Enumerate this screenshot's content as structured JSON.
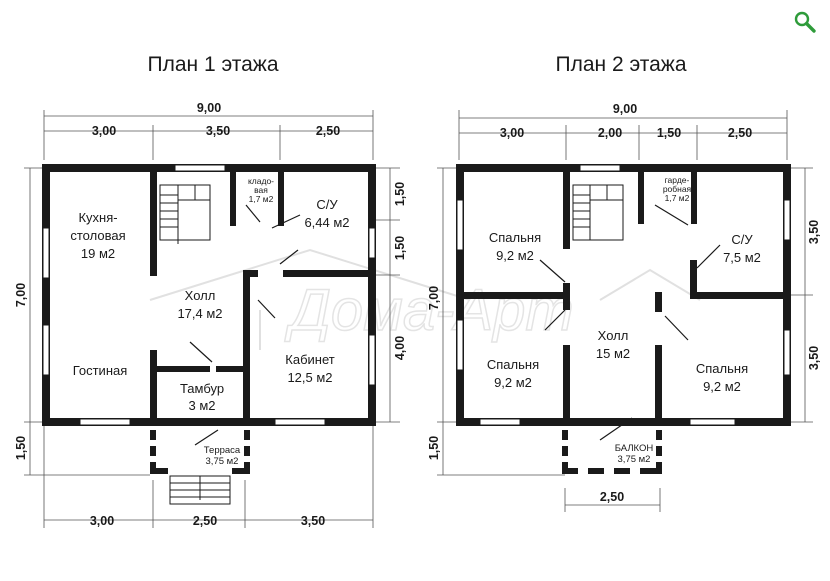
{
  "plans": {
    "floor1_title": "План 1 этажа",
    "floor2_title": "План 2 этажа"
  },
  "floor1": {
    "dims": {
      "total_width": "9,00",
      "top_1": "3,00",
      "top_2": "3,50",
      "top_3": "2,50",
      "height": "7,00",
      "right_1": "1,50",
      "right_2": "1,50",
      "right_3": "4,00",
      "terrace_depth": "1,50",
      "bottom_1": "3,00",
      "bottom_2": "2,50",
      "bottom_3": "3,50"
    },
    "rooms": {
      "kitchen_line1": "Кухня-",
      "kitchen_line2": "столовая",
      "kitchen_area": "19 м2",
      "pantry_line1": "кладо-",
      "pantry_line2": "вая",
      "pantry_area": "1,7 м2",
      "bath_name": "С/У",
      "bath_area": "6,44 м2",
      "hall_name": "Холл",
      "hall_area": "17,4 м2",
      "living_name": "Гостиная",
      "vestibule_name": "Тамбур",
      "vestibule_area": "3 м2",
      "office_name": "Кабинет",
      "office_area": "12,5 м2",
      "terrace_name": "Терраса",
      "terrace_area": "3,75 м2"
    }
  },
  "floor2": {
    "dims": {
      "total_width": "9,00",
      "top_1": "3,00",
      "top_2": "2,00",
      "top_3": "1,50",
      "top_4": "2,50",
      "height": "7,00",
      "right_1": "3,50",
      "right_2": "3,50",
      "balcony_depth": "1,50",
      "bottom_1": "2,50"
    },
    "rooms": {
      "bedroom_tl_name": "Спальня",
      "bedroom_tl_area": "9,2 м2",
      "wardrobe_line1": "гарде-",
      "wardrobe_line2": "робная",
      "wardrobe_area": "1,7 м2",
      "bath_name": "С/У",
      "bath_area": "7,5 м2",
      "hall_name": "Холл",
      "hall_area": "15 м2",
      "bedroom_bl_name": "Спальня",
      "bedroom_bl_area": "9,2 м2",
      "bedroom_br_name": "Спальня",
      "bedroom_br_area": "9,2 м2",
      "balcony_name": "БАЛКОН",
      "balcony_area": "3,75 м2"
    }
  },
  "icons": {
    "zoom": "magnifier-icon"
  },
  "colors": {
    "wall": "#1a1a1a",
    "zoom_icon": "#2e9b3a"
  }
}
